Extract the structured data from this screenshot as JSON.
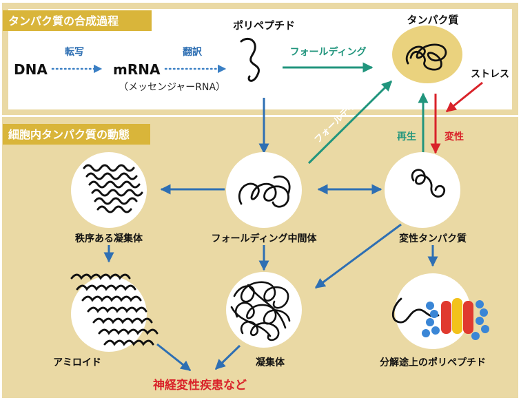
{
  "sections": {
    "synthesis_title": "タンパク質の合成過程",
    "dynamics_title": "細胞内タンパク質の動態"
  },
  "synthesis": {
    "dna": "DNA",
    "transcription": "転写",
    "mrna": "mRNA",
    "mrna_note": "（メッセンジャーRNA）",
    "translation": "翻訳",
    "polypeptide": "ポリペプチド",
    "folding": "フォールディング",
    "protein": "タンパク質",
    "stress": "ストレス"
  },
  "dynamics": {
    "folding_diag": "フォールディング",
    "regeneration": "再生",
    "denaturation": "変性",
    "ordered_aggregate": "秩序ある凝集体",
    "folding_intermediate": "フォールディング中間体",
    "denatured_protein": "変性タンパク質",
    "amyloid": "アミロイド",
    "aggregate": "凝集体",
    "degrading_polypeptide": "分解途上のポリペプチド",
    "disease": "神経変性疾患など"
  },
  "colors": {
    "gold": "#d9b53a",
    "tan": "#ead9a4",
    "blue": "#2e6fb3",
    "dot_blue": "#3a7fc4",
    "green": "#21957d",
    "red": "#d9232a",
    "protein_fill": "#ead27e"
  }
}
